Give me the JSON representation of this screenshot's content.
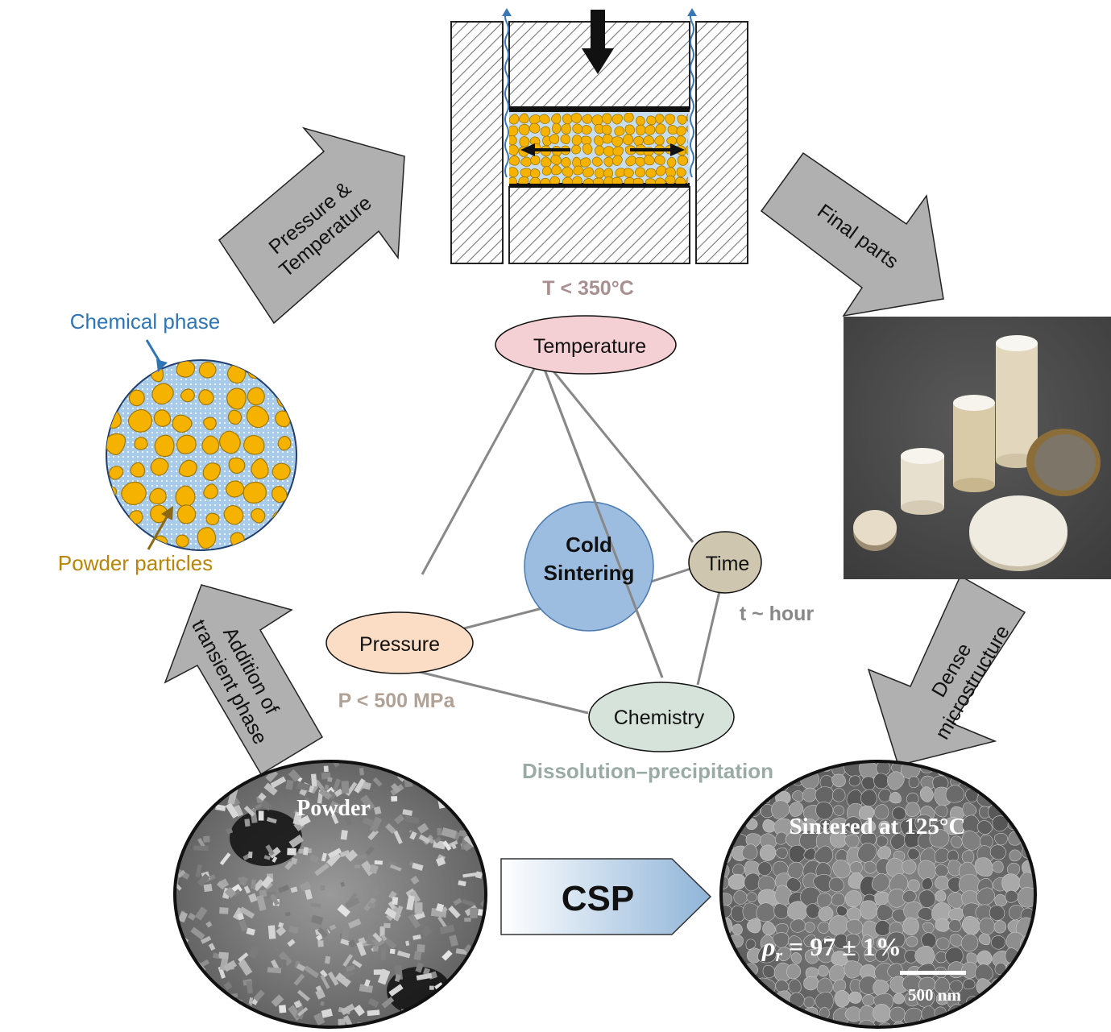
{
  "press": {
    "temperature_label": "T < 350°C"
  },
  "arrows": {
    "pressure_temperature": [
      "Pressure &",
      "Temperature"
    ],
    "final_parts": "Final parts",
    "dense_microstructure": [
      "Dense",
      "microstructure"
    ],
    "addition_transient_phase": [
      "Addition of",
      "transient phase"
    ],
    "csp": "CSP"
  },
  "powder_schematic": {
    "chemical_phase_label": "Chemical phase",
    "powder_particles_label": "Powder particles"
  },
  "tetrahedron": {
    "center": [
      "Cold",
      "Sintering"
    ],
    "nodes": {
      "temperature": "Temperature",
      "time": "Time",
      "pressure": "Pressure",
      "chemistry": "Chemistry"
    },
    "annotations": {
      "time": "t ~ hour",
      "pressure": "P < 500 MPa",
      "chemistry": "Dissolution–precipitation"
    }
  },
  "sem": {
    "powder_label": "Powder",
    "sintered_label": "Sintered at 125°C",
    "density_label": "ρ",
    "density_sub": "r",
    "density_value": " = 97 ± 1%",
    "scale_bar": "500 nm"
  },
  "colors": {
    "arrow_gray": "#b0b0b0",
    "particle": "#f5b300",
    "particle_edge": "#a07800",
    "chemical_phase": "#2e75b6",
    "powder_label": "#b8860b",
    "temperature_node": "#f4d0d4",
    "time_node": "#cfc6b0",
    "pressure_node": "#fbdcc4",
    "chemistry_node": "#d6e3db",
    "center_node": "#9dbde0",
    "annot_temp": "#a89090",
    "annot_time": "#888888",
    "annot_pressure": "#b0a296",
    "annot_chem": "#9aaaa4"
  }
}
